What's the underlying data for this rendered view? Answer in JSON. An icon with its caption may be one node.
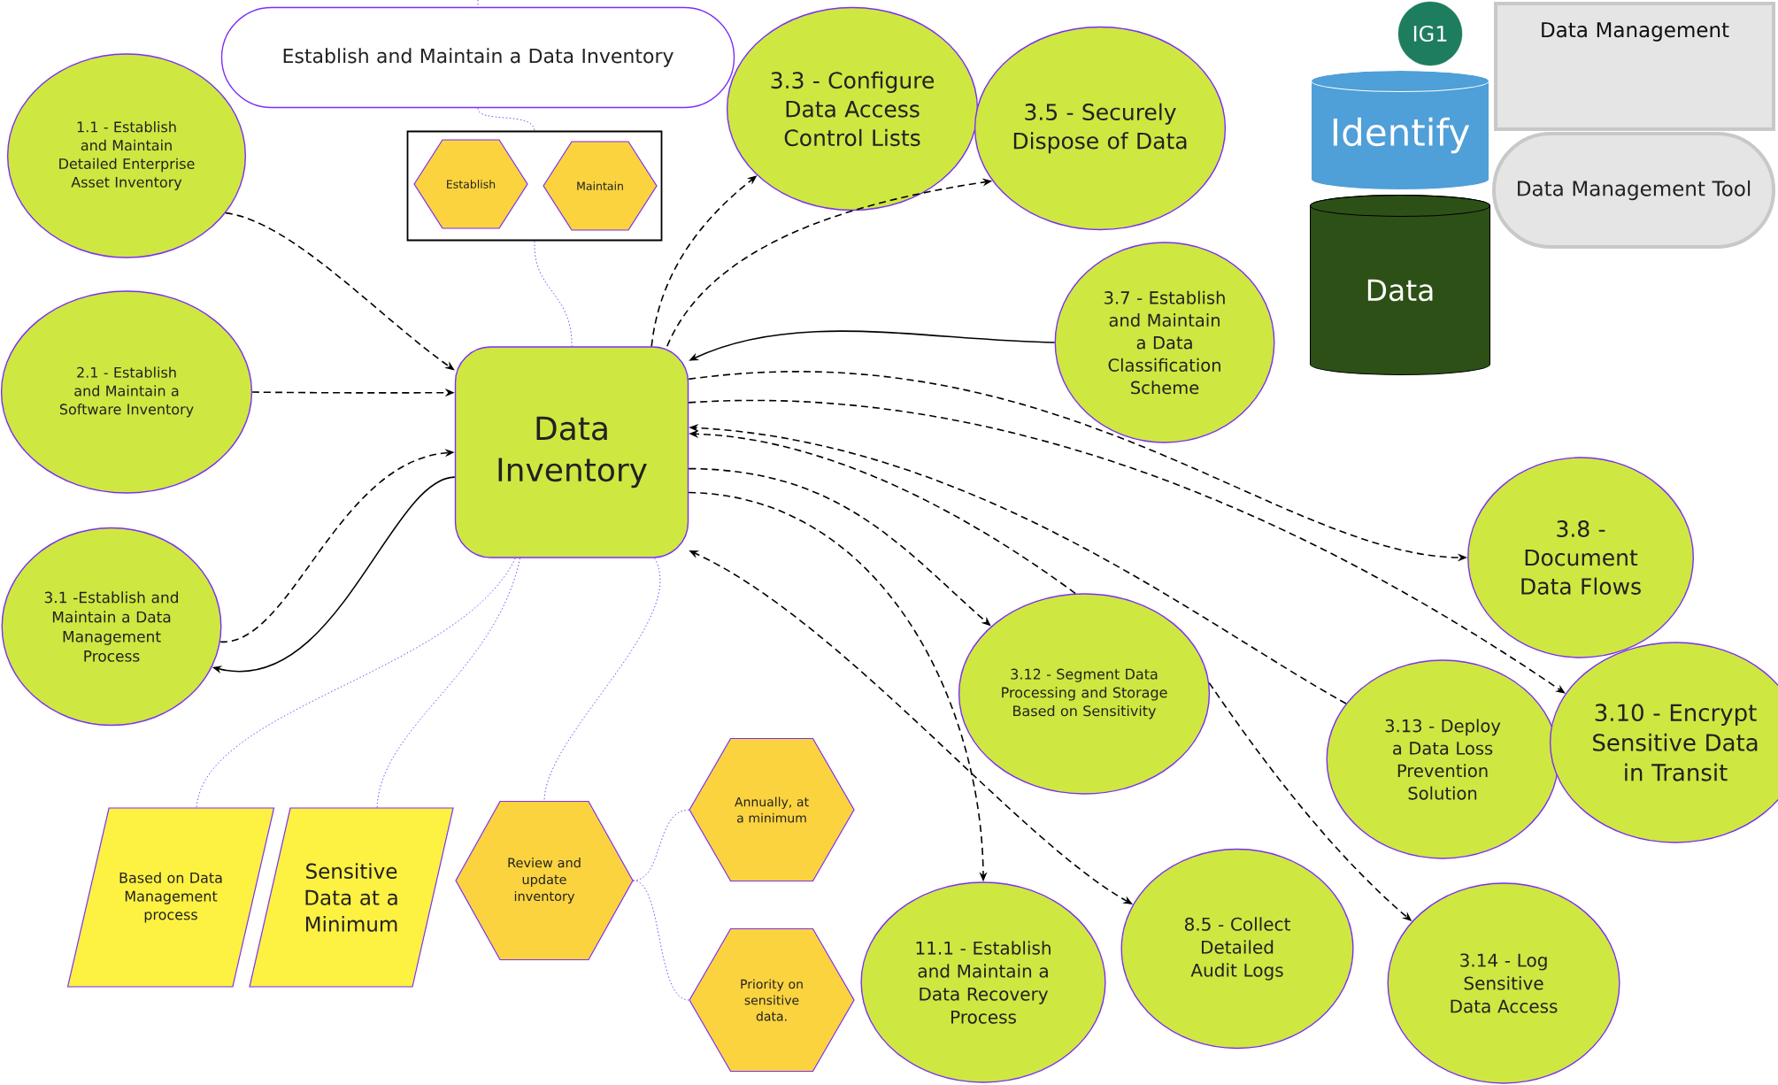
{
  "diagram": {
    "nodes": [
      {
        "text": [
          "Establish and Maintain a Data Inventory"
        ]
      },
      {
        "text": [],
        "shape": "box"
      },
      {
        "text": [
          "Establish"
        ],
        "in": 1
      },
      {
        "text": [
          "Maintain"
        ],
        "in": 1
      },
      {
        "text": [
          "1.1 - Establish and Maintain Detailed Enterprise Asset Inventory"
        ]
      },
      {
        "text": [
          "3.3 - Configure Data Access Control Lists"
        ]
      },
      {
        "text": [
          "3.5 - Securely Dispose of Data"
        ]
      },
      {
        "text": [
          "IG1"
        ]
      },
      {
        "text": [
          "Data Management"
        ]
      },
      {
        "text": [
          "Identify"
        ]
      },
      {
        "text": [
          "Data"
        ]
      },
      {
        "text": [
          "Data Management Tool"
        ]
      },
      {
        "text": [
          "3.7 - Establish and Maintain a Data Classification Scheme"
        ]
      },
      {
        "text": [
          "2.1 - Establish and Maintain a Software Inventory"
        ]
      },
      {
        "text": [
          "Data Inventory"
        ]
      },
      {
        "text": [
          "3.8 - Document Data Flows"
        ]
      },
      {
        "text": [
          "3.1 -Establish and Maintain a Data Management Process"
        ]
      },
      {
        "text": [
          "3.12 - Segment Data Processing and Storage Based on Sensitivity"
        ]
      },
      {
        "text": [
          "3.13 - Deploy a Data Loss Prevention Solution"
        ]
      },
      {
        "text": [
          "3.10 - Encrypt Sensitive Data in Transit"
        ]
      },
      {
        "text": [
          "Based on Data Management process"
        ]
      },
      {
        "text": [
          "Sensitive Data at a Minimum"
        ]
      },
      {
        "text": [
          "Review and update inventory"
        ]
      },
      {
        "text": [
          "Annually, at a minimum"
        ]
      },
      {
        "text": [
          "Priority on sensitive data."
        ]
      },
      {
        "text": [
          "11.1 - Establish and Maintain a Data Recovery Process"
        ]
      },
      {
        "text": [
          "8.5 - Collect Detailed Audit Logs"
        ]
      },
      {
        "text": [
          "3.14 - Log Sensitive Data Access"
        ]
      }
    ],
    "edges": [
      {
        "from": 4,
        "to": 14,
        "arrow": "to",
        "style": "dashed"
      },
      {
        "from": 13,
        "to": 14,
        "arrow": "to",
        "style": "dashed"
      },
      {
        "from": 16,
        "to": 14,
        "arrow": "to",
        "style": "dashed"
      },
      {
        "from": 14,
        "to": 16,
        "arrow": "to"
      },
      {
        "from": 14,
        "to": 5,
        "arrow": "to",
        "style": "dashed"
      },
      {
        "from": 14,
        "to": 6,
        "arrow": "to",
        "style": "dashed"
      },
      {
        "from": 12,
        "to": 14,
        "arrow": "to"
      },
      {
        "from": 14,
        "to": 15,
        "arrow": "to",
        "style": "dashed"
      },
      {
        "from": 14,
        "to": 19,
        "arrow": "to",
        "style": "dashed"
      },
      {
        "from": 18,
        "to": 14,
        "arrow": "to",
        "style": "dashed"
      },
      {
        "from": 17,
        "to": 14,
        "arrow": "to",
        "style": "dashed"
      },
      {
        "from": 14,
        "to": 17,
        "arrow": "to",
        "style": "dashed"
      },
      {
        "from": 14,
        "to": 25,
        "arrow": "to",
        "style": "dashed"
      },
      {
        "from": 26,
        "to": 14,
        "arrow": "both",
        "style": "dashed"
      },
      {
        "from": 17,
        "to": 27,
        "arrow": "to",
        "style": "dashed"
      },
      {
        "from": 0,
        "to": 1,
        "arrow": "none",
        "style": "dashed",
        "color": "#7b2ff7"
      },
      {
        "from": 1,
        "to": 14,
        "arrow": "none",
        "style": "dashed",
        "color": "#7b2ff7"
      },
      {
        "from": 14,
        "to": 20,
        "arrow": "none",
        "style": "dashed",
        "color": "#7b2ff7"
      },
      {
        "from": 14,
        "to": 21,
        "arrow": "none",
        "style": "dashed",
        "color": "#7b2ff7"
      },
      {
        "from": 14,
        "to": 22,
        "arrow": "none",
        "style": "dashed",
        "color": "#7b2ff7"
      },
      {
        "from": 22,
        "to": 23,
        "arrow": "none",
        "style": "dashed",
        "color": "#7b2ff7"
      },
      {
        "from": 22,
        "to": 24,
        "arrow": "none",
        "style": "dashed",
        "color": "#7b2ff7"
      },
      {
        "from": null,
        "to": 0,
        "arrow": "none",
        "style": "dashed",
        "color": "#7b2ff7"
      }
    ]
  }
}
